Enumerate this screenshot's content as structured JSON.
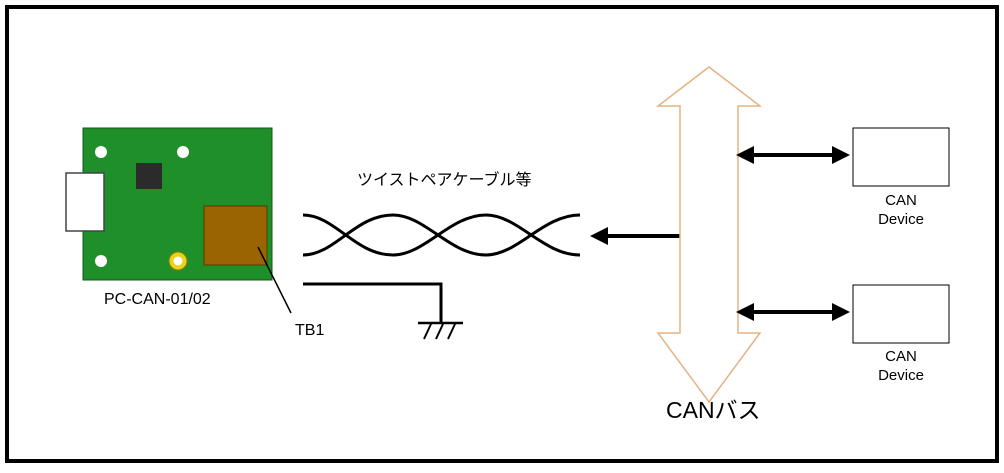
{
  "board_label": "PC-CAN-01/02",
  "terminal_label": "TB1",
  "cable_label": "ツイストペアケーブル等",
  "bus_label": "CANバス",
  "devices": [
    {
      "line1": "CAN",
      "line2": "Device"
    },
    {
      "line1": "CAN",
      "line2": "Device"
    }
  ],
  "colors": {
    "pcb_green": "#1f8f2a",
    "terminal_brown": "#9a6400",
    "chip_dark": "#2b2b2b",
    "mount_hole_yellow": "#e8d21a"
  }
}
